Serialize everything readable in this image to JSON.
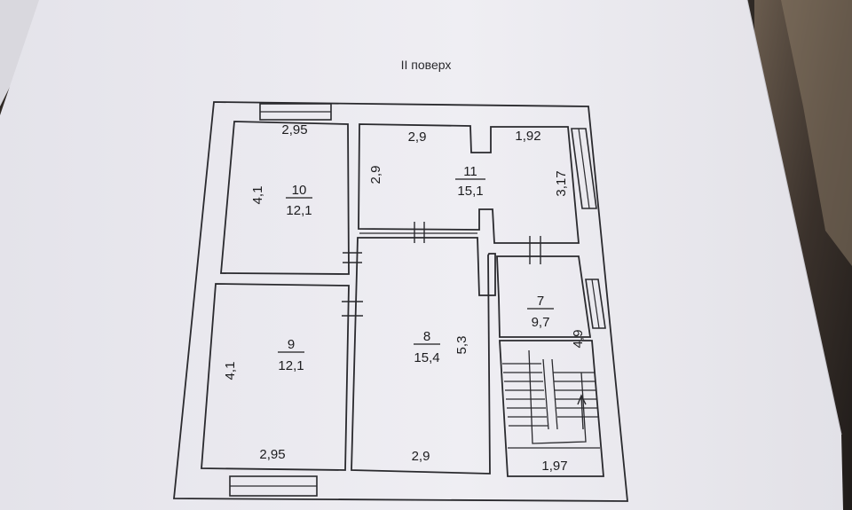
{
  "title": "II поверх",
  "rooms": [
    {
      "number": "10",
      "area": "12,1"
    },
    {
      "number": "9",
      "area": "12,1"
    },
    {
      "number": "11",
      "area": "15,1"
    },
    {
      "number": "8",
      "area": "15,4"
    },
    {
      "number": "7",
      "area": "9,7"
    }
  ],
  "dimensions": {
    "room10_top": "2,95",
    "room10_side": "4,1",
    "room9_side": "4,1",
    "room9_bottom": "2,95",
    "room11_left_top": "2,9",
    "room11_right_top": "1,92",
    "room11_side": "2,9",
    "room11_right_side": "3,17",
    "room8_side": "5,3",
    "room8_bottom": "2,9",
    "room7_side": "4,9",
    "stair_bottom": "1,97"
  },
  "colors": {
    "paper": "#ebeaf0",
    "line": "#2a2a2e",
    "background": "#2b2724"
  }
}
